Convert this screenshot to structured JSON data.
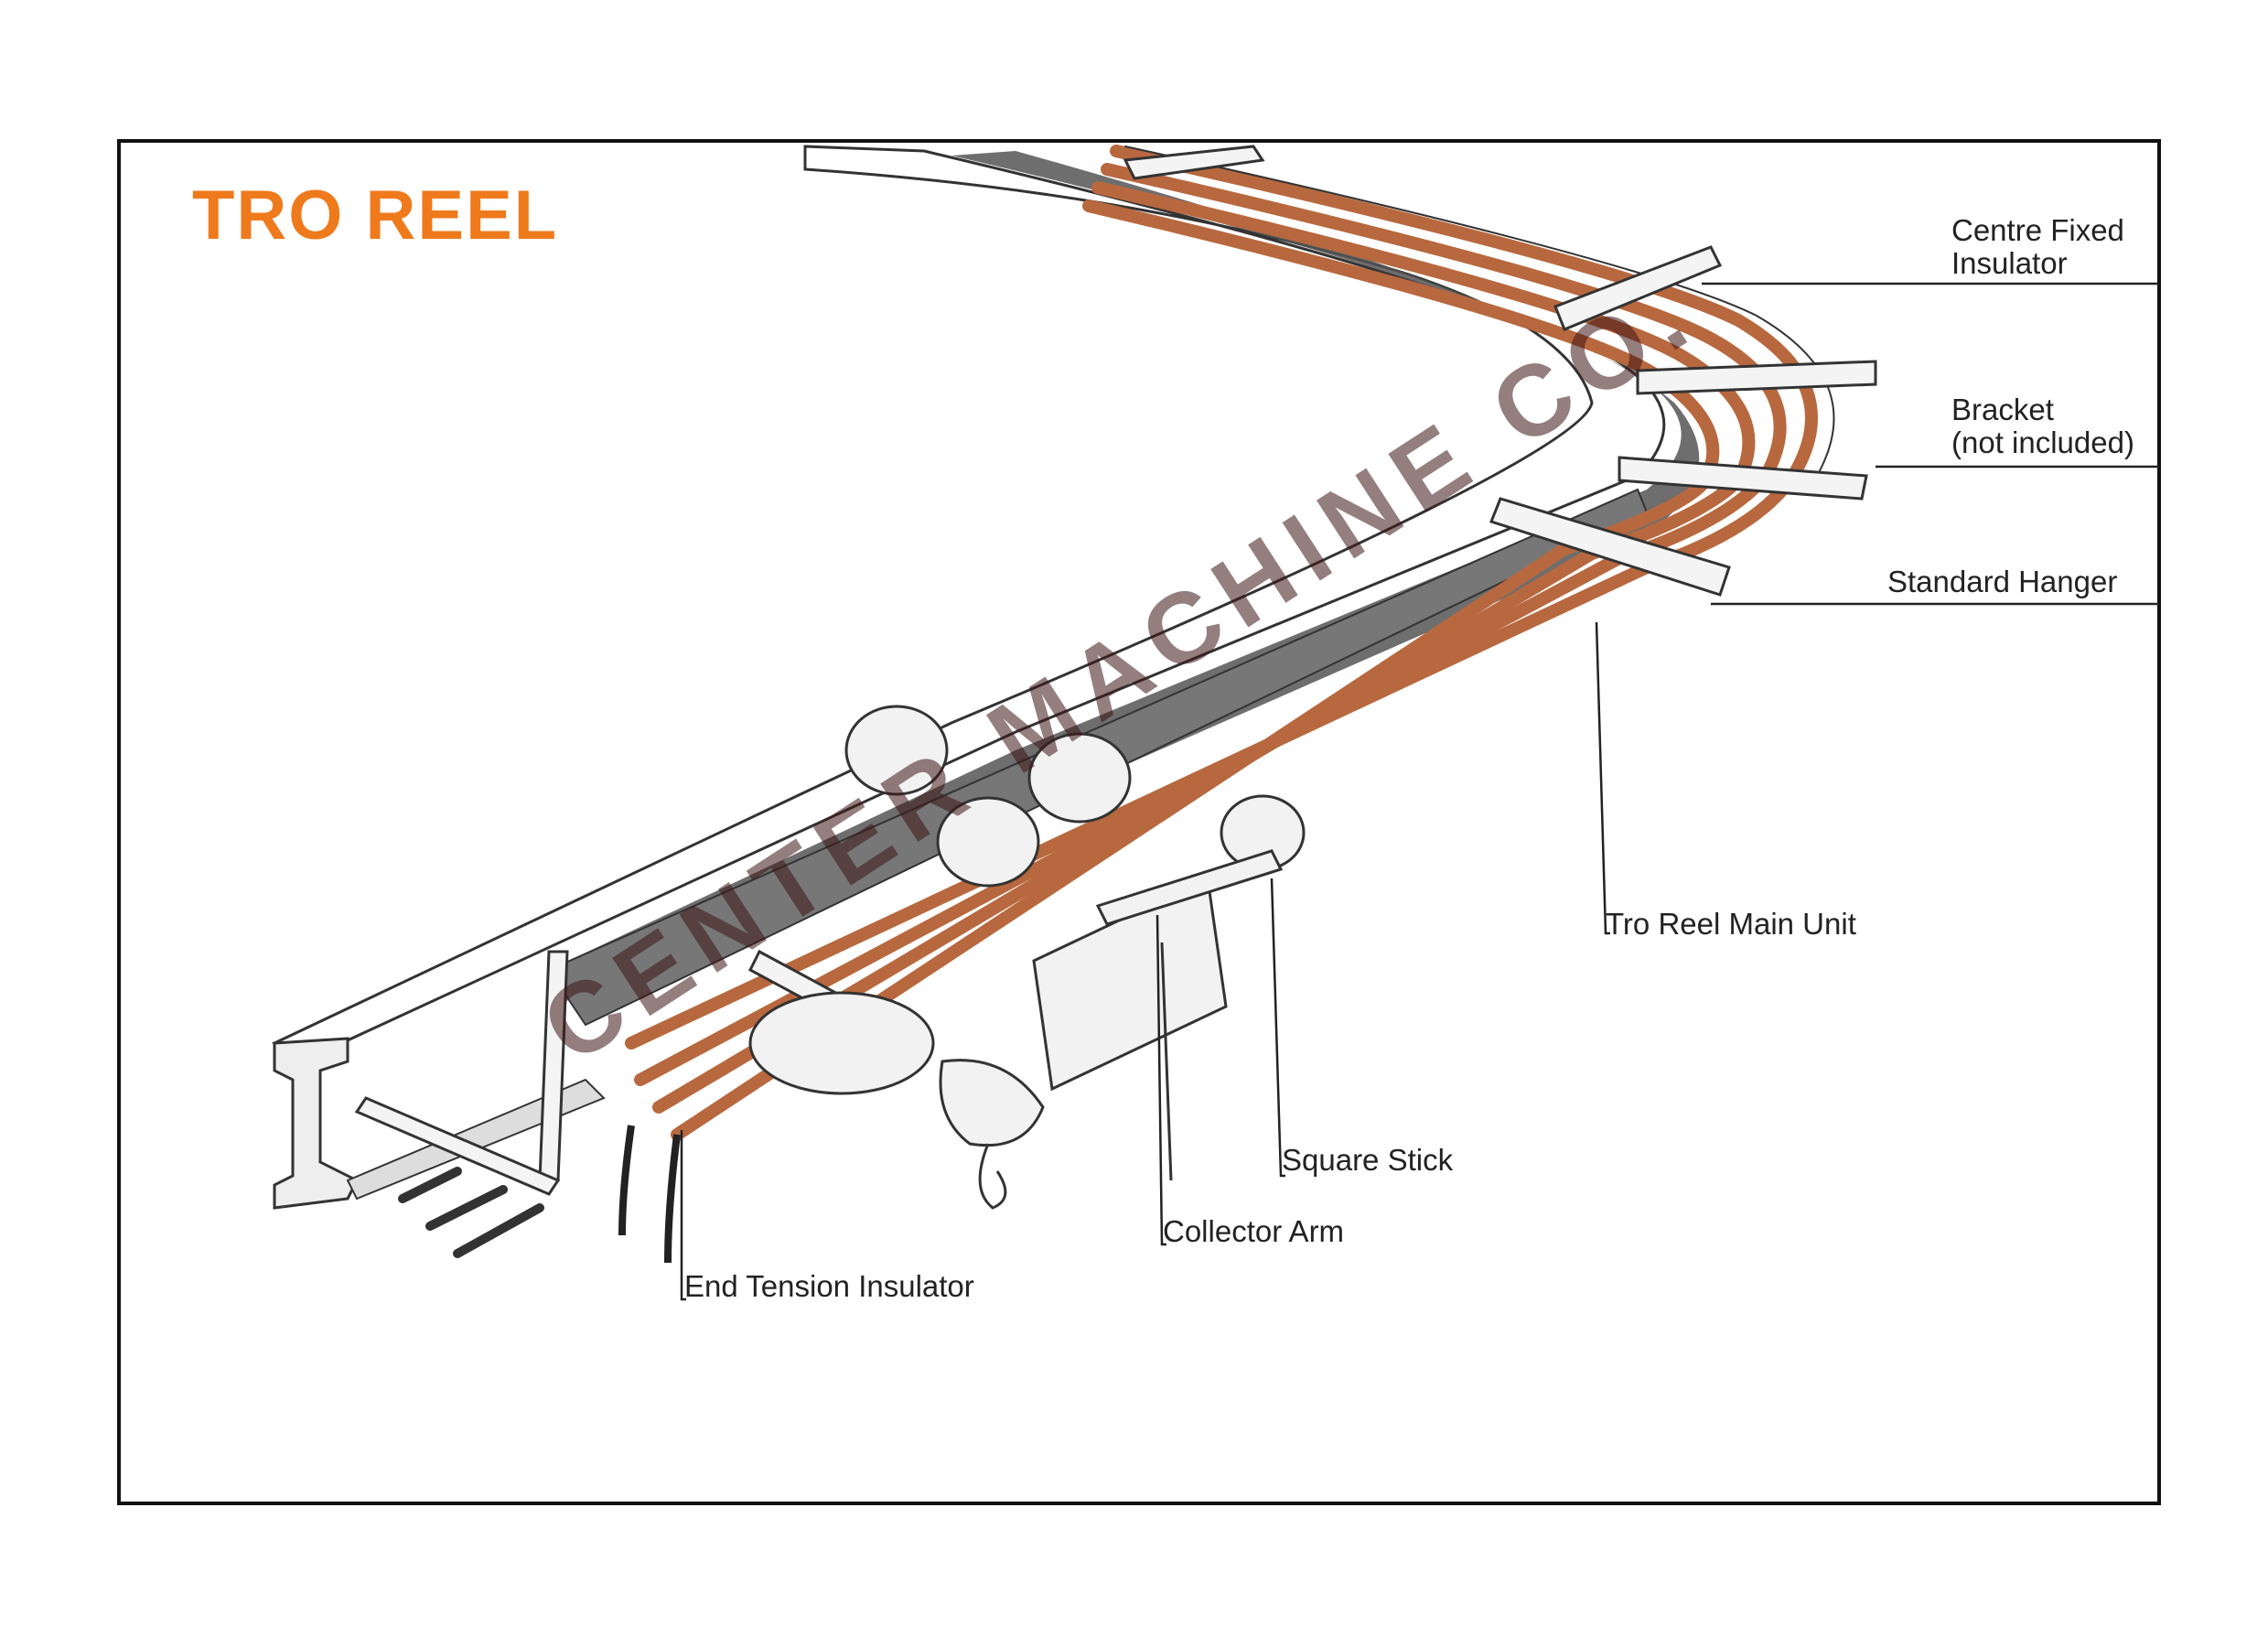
{
  "title": "TRO REEL",
  "colors": {
    "title": "#ef7a1c",
    "conductor": "#b8683e",
    "beam_line": "#333333",
    "beam_shadow": "#555555",
    "frame": "#111111"
  },
  "labels": {
    "centre_fixed_insulator_line1": "Centre Fixed",
    "centre_fixed_insulator_line2": "Insulator",
    "bracket_line1": "Bracket",
    "bracket_line2": "(not included)",
    "standard_hanger": "Standard Hanger",
    "tro_reel_main_unit": "Tro Reel Main Unit",
    "square_stick": "Square Stick",
    "collector_arm": "Collector Arm",
    "end_tension_insulator": "End Tension Insulator"
  },
  "watermark": "CENTER MACHINE CO."
}
